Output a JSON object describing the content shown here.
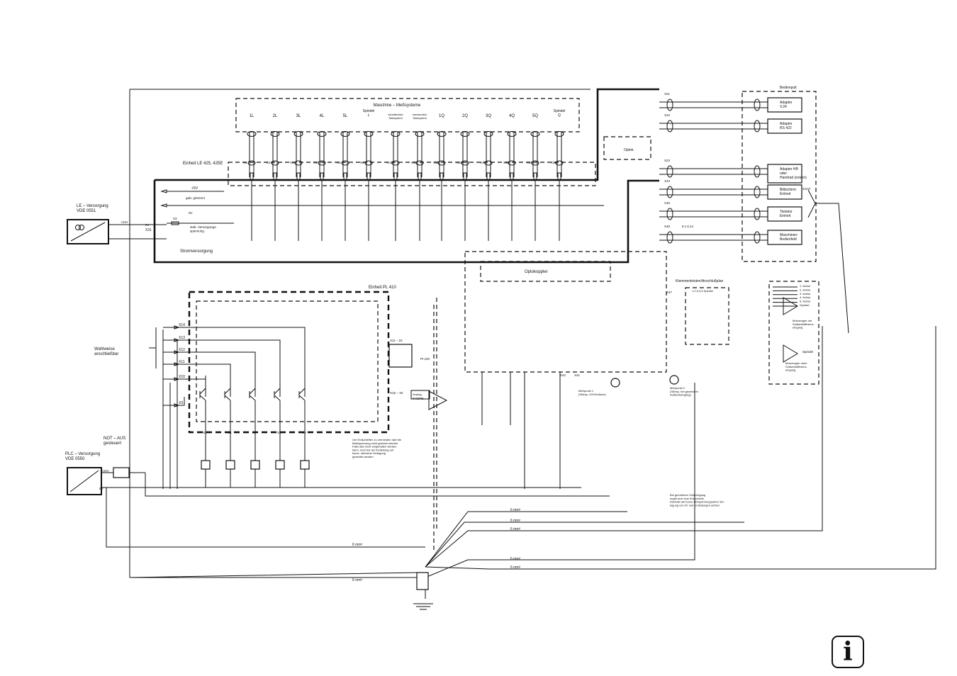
{
  "diagram": {
    "title_top": "Maschine – Meßsysteme",
    "measure_channels": [
      "1L",
      "2L",
      "3L",
      "4L",
      "5L",
      "1Q",
      "2Q",
      "3Q",
      "4Q",
      "5Q"
    ],
    "spindel_l": "Spindel\nL",
    "spindel_q": "Spindel\nQ",
    "schaltende_tastsystem": "schaltendes\nTastsystem",
    "messende_tastsystem": "messendes\nTastsystem",
    "connectors_top": [
      "X1",
      "X2",
      "X3",
      "X4",
      "X5",
      "X6",
      "X12",
      "X14",
      "X15",
      "X16",
      "X17",
      "X18",
      "X19",
      "X20"
    ],
    "unit_le": "Einheit LE 425, 425E",
    "supply_le_label": "LE – Versorgung\nVDE 0551",
    "plus5v": "+5V",
    "galv_getrennt": "galv. getrennt",
    "zero_v": "0V",
    "stab_versorgung": "stab. Versorgungs-\nspannung",
    "stromversorgung": "Stromversorgung",
    "plus24v": "+24V",
    "x31": "X31",
    "s3": "S3",
    "optokoppler": "Optokoppler",
    "optok": "Optok.",
    "adapters": [
      "Adapter\nV.24",
      "Adapter\nRS 422",
      "Adapter HR\noder\nHandrad (extern)",
      "Bildschirm\nEinheit",
      "Tastatur\nEinheit",
      "Maschinen-\nBedienfeld"
    ],
    "right_connectors": [
      "X21",
      "X22",
      "X23",
      "X43",
      "X45",
      "X46"
    ],
    "bedienpult": "Bedienpult",
    "leitung_8x014": "8 x 0,14",
    "leitung_4mm": "4mm²",
    "unit_pl": "Einheit PL 410",
    "pl_inputs": [
      "X14",
      "X13",
      "X12",
      "X11",
      "X10",
      "X9"
    ],
    "wahlweise": "Wahlweise\nanschließbar",
    "x11_22": "X11 – 22",
    "pt100": "Pt 100",
    "x15_18": "X15 – 18",
    "analog_ausgang": "Analog-\nausgang",
    "x3": "X3",
    "x4": "X4",
    "x7": "X7",
    "x8": "X8",
    "x9": "X9",
    "x41": "X41",
    "x42": "X42",
    "x47": "X47",
    "klemmenleisten": "Klemmenleisten/Anschlußplan",
    "spindel_achsen": "1,2,3,4,5 Spindel",
    "achsen_labels": [
      "1. Achse",
      "2. Achse",
      "3. Achse",
      "4. Achse",
      "5. Achse",
      "Spindel"
    ],
    "motorregler_mit": "Motorregler mit\nSollwertdifferenz-\neingang",
    "motorregler_ohne": "Motorregler ohne\nSollwertdifferenz-\neingang",
    "messpunkt1": "Meßpunkt 1\n(Störsp. 0V/Gehäuse)",
    "messpunkt2": "Meßpunkt 2\n(Störsp. bei gesetztem\nSollwerteingang)",
    "not_aus": "NOT – AUS\ngesteuert",
    "plc_supply": "PLC – Versorgung\nVDE 0550",
    "note_left": "Um Erdschleifen zu vermeiden darf die\nMaßspannung nicht geerdet werden.\nFalls dies nicht eingehalten werden\nkann, muß bei der Erdleitung auf\nkurze, störarme Verlegung\ngeachtet werden.",
    "note_right": "Bei geerdetem Sollwertgang\nergibt sich eine Erdschleife.\nDeshalb auf kurze störspannungsarme Ver-\nlegung von 0V und Erdleitungen achten",
    "wire_6mm": "6 mm²",
    "info_icon_glyph": "i"
  }
}
